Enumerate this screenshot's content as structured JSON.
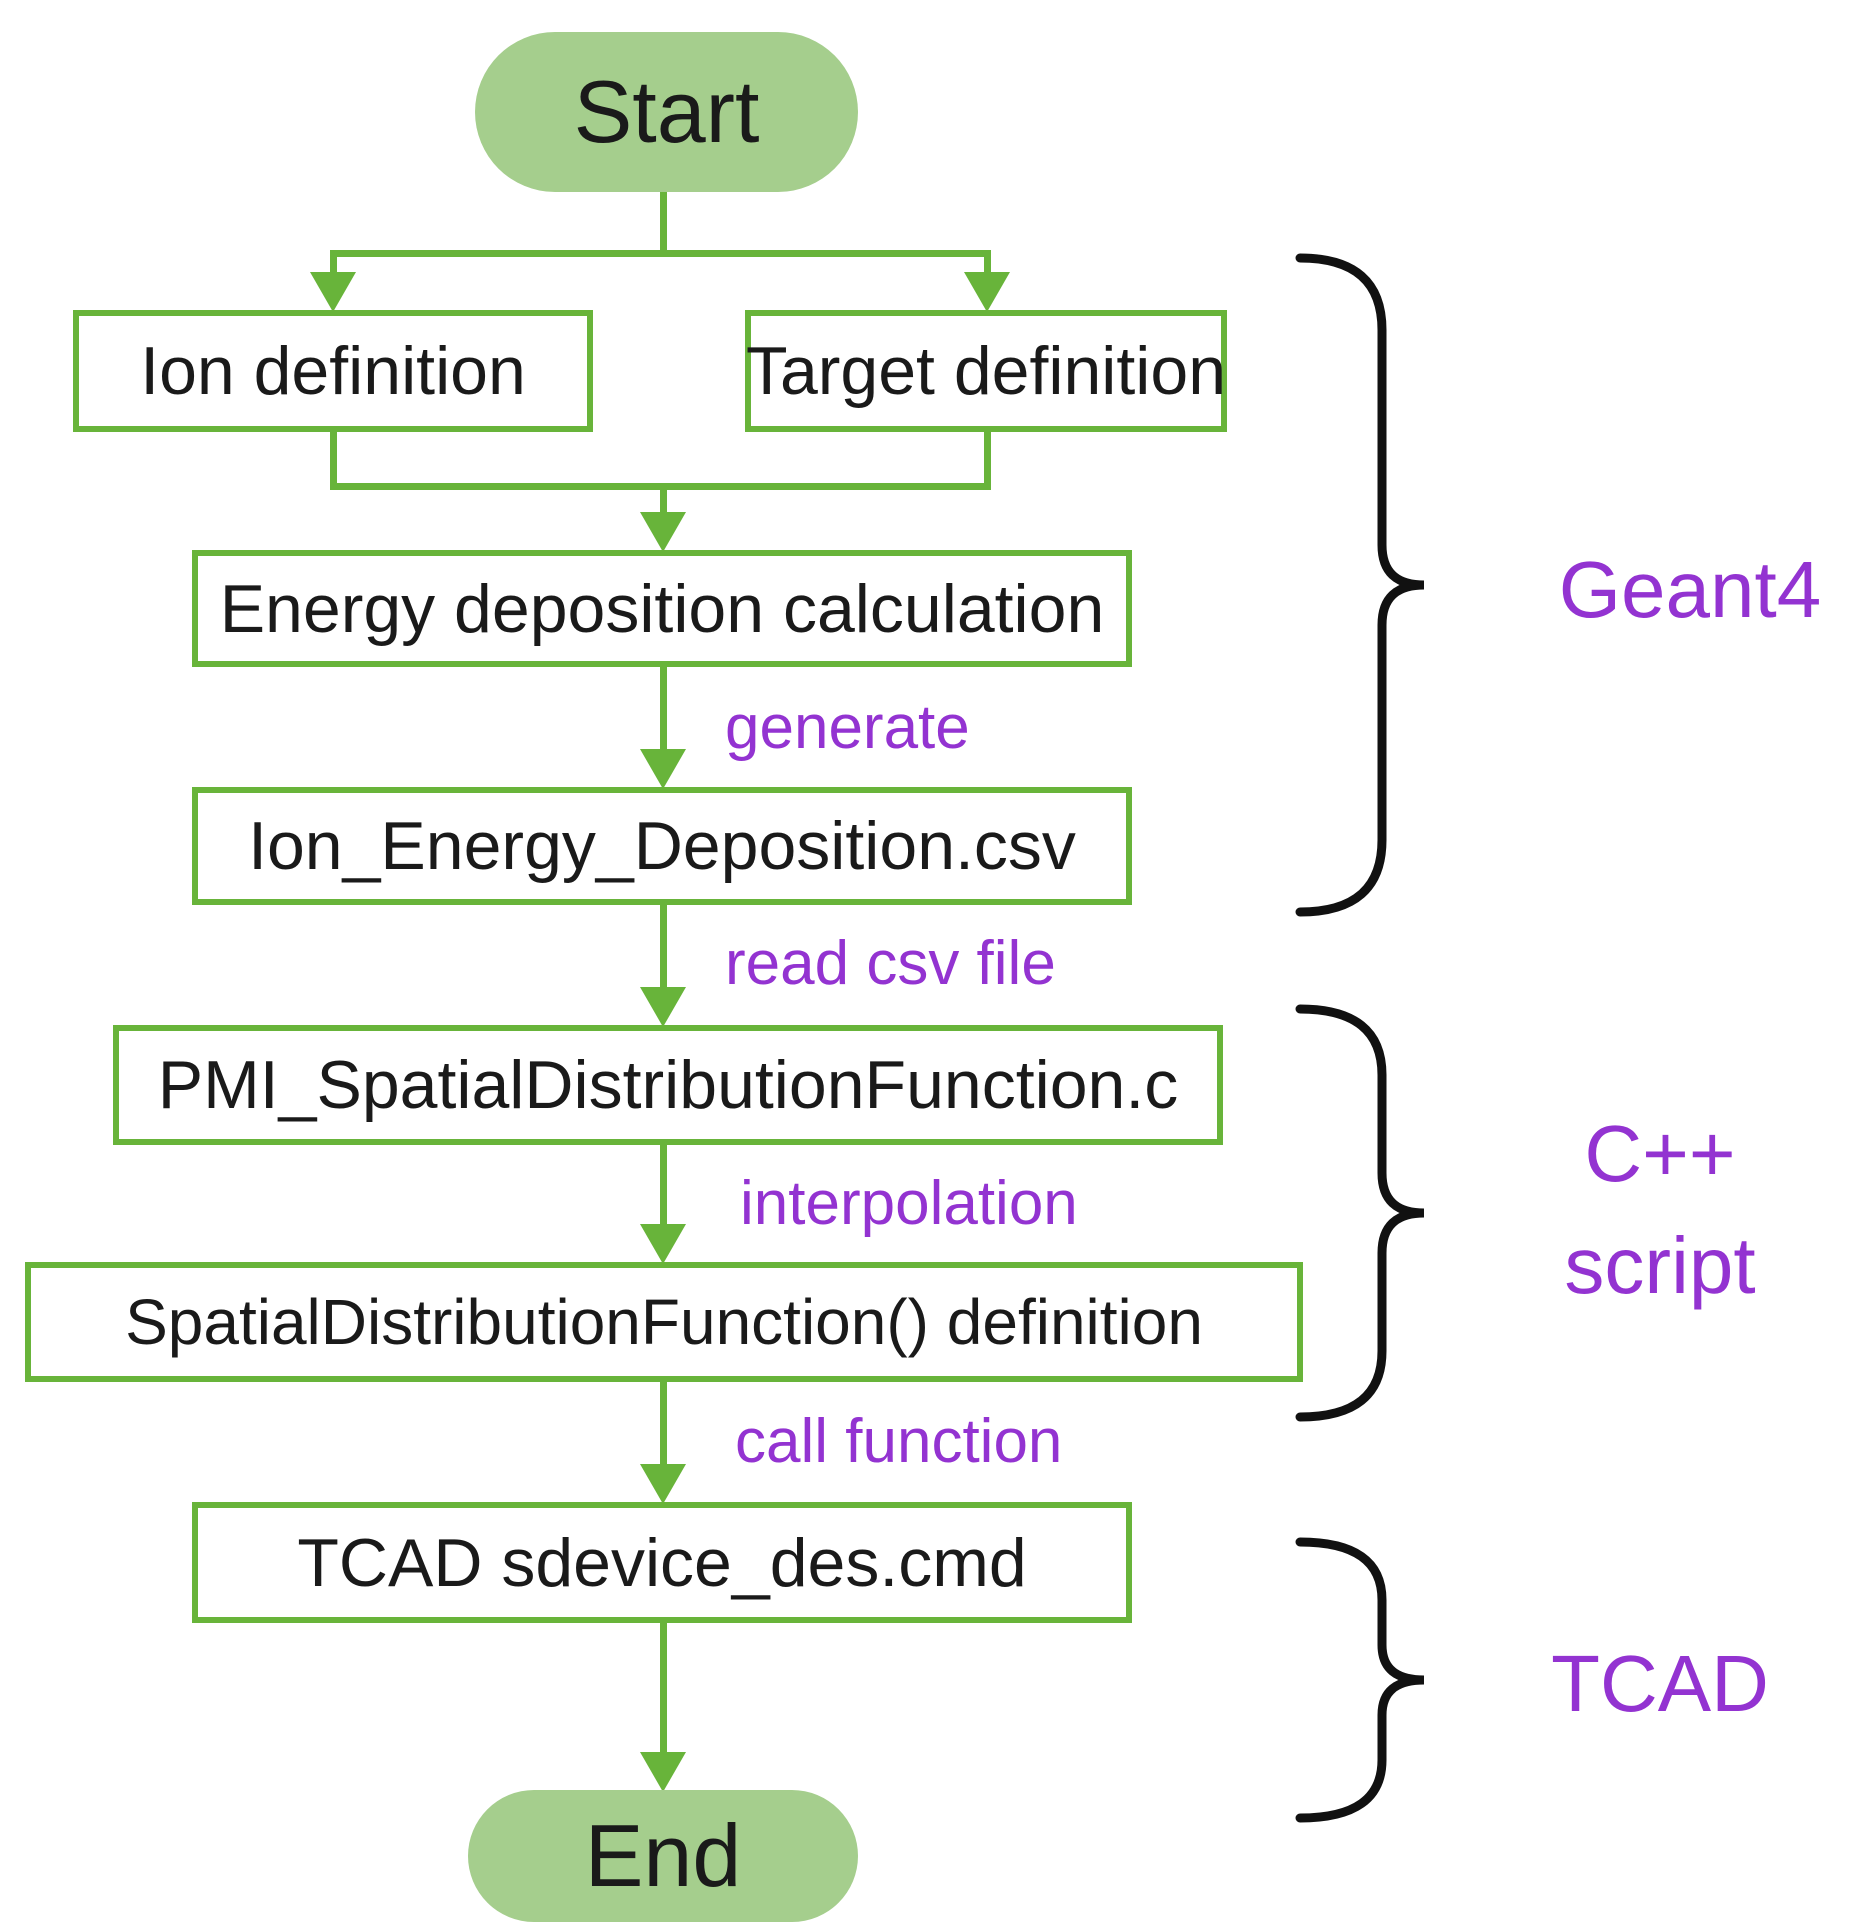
{
  "diagram": {
    "type": "flowchart",
    "nodes": {
      "start": {
        "label": "Start",
        "shape": "rounded-terminal"
      },
      "ion_definition": {
        "label": "Ion definition",
        "shape": "rect"
      },
      "target_definition": {
        "label": "Target definition",
        "shape": "rect"
      },
      "energy_deposition": {
        "label": "Energy deposition calculation",
        "shape": "rect"
      },
      "csv_file": {
        "label": "Ion_Energy_Deposition.csv",
        "shape": "rect"
      },
      "pmi_file": {
        "label": "PMI_SpatialDistributionFunction.c",
        "shape": "rect"
      },
      "sdf_definition": {
        "label": "SpatialDistributionFunction() definition",
        "shape": "rect"
      },
      "tcad_cmd": {
        "label": "TCAD sdevice_des.cmd",
        "shape": "rect"
      },
      "end": {
        "label": "End",
        "shape": "rounded-terminal"
      }
    },
    "edge_labels": {
      "generate": {
        "label": "generate"
      },
      "read_csv": {
        "label": "read csv file"
      },
      "interpolation": {
        "label": "interpolation"
      },
      "call_function": {
        "label": "call function"
      }
    },
    "connections": [
      {
        "from": "start",
        "to": "ion_definition"
      },
      {
        "from": "start",
        "to": "target_definition"
      },
      {
        "from": "ion_definition",
        "to": "energy_deposition"
      },
      {
        "from": "target_definition",
        "to": "energy_deposition"
      },
      {
        "from": "energy_deposition",
        "to": "csv_file",
        "label": "generate"
      },
      {
        "from": "csv_file",
        "to": "pmi_file",
        "label": "read csv file"
      },
      {
        "from": "pmi_file",
        "to": "sdf_definition",
        "label": "interpolation"
      },
      {
        "from": "sdf_definition",
        "to": "tcad_cmd",
        "label": "call function"
      },
      {
        "from": "tcad_cmd",
        "to": "end"
      }
    ],
    "sections": {
      "geant4": {
        "label": "Geant4",
        "covers": [
          "ion_definition",
          "target_definition",
          "energy_deposition",
          "csv_file"
        ]
      },
      "cpp_script": {
        "line1": "C++",
        "line2": "script",
        "covers": [
          "pmi_file",
          "sdf_definition"
        ]
      },
      "tcad": {
        "label": "TCAD",
        "covers": [
          "tcad_cmd"
        ]
      }
    },
    "colors": {
      "terminal_fill": "#a5ce8d",
      "line_green": "#68b43a",
      "label_purple": "#9333d1",
      "brace_black": "#111111",
      "text_black": "#1a1a1a"
    }
  }
}
